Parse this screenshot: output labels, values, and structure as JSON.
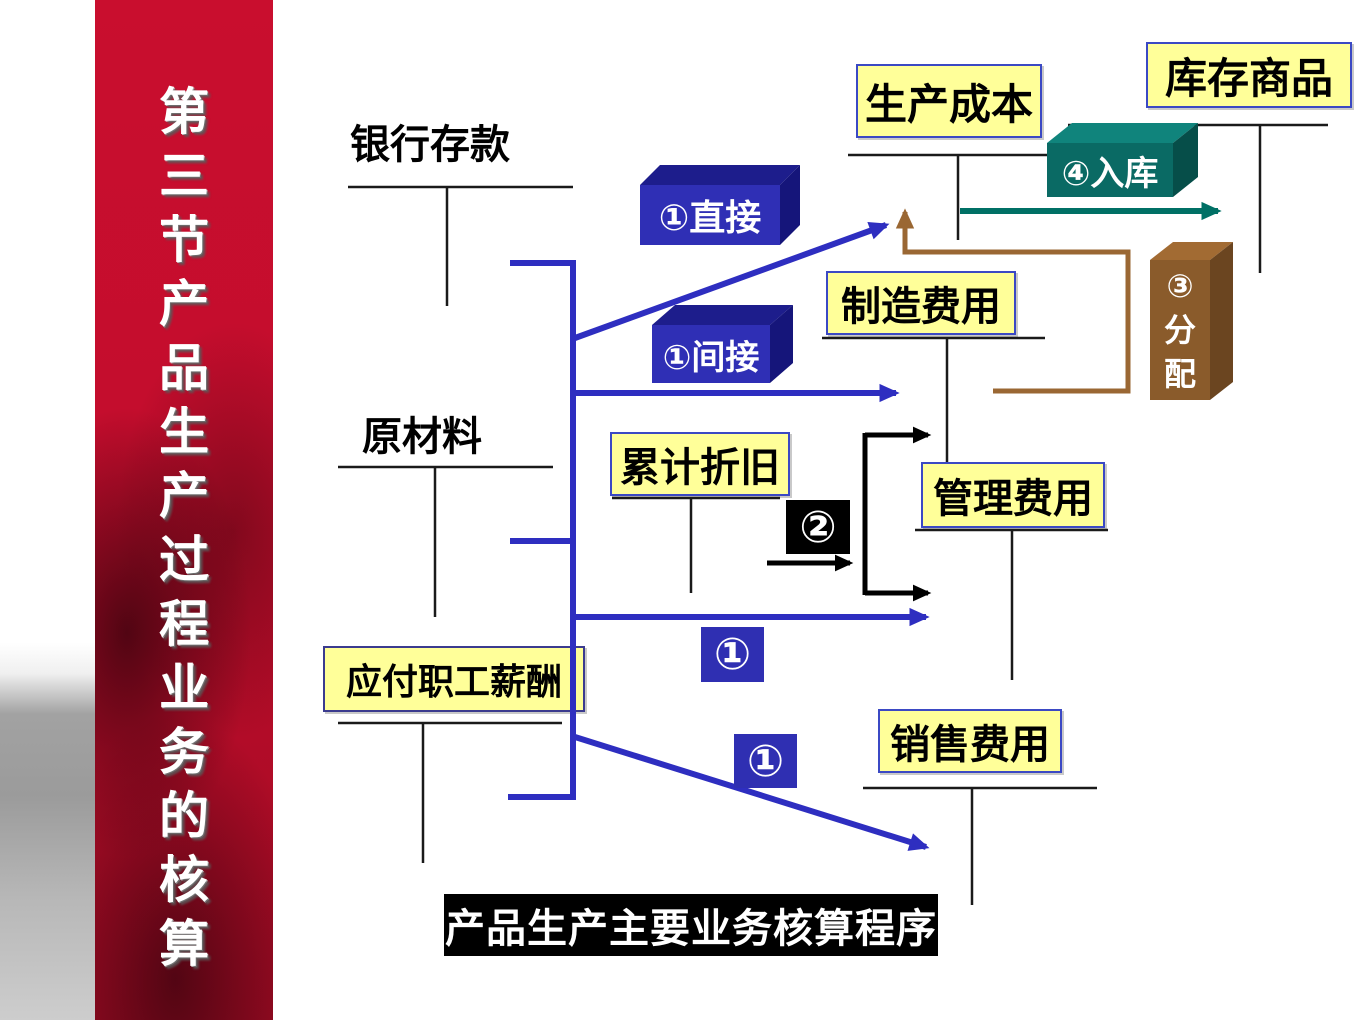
{
  "sidebar": {
    "title": "第三节产品生产过程业务的核算"
  },
  "accounts": {
    "bank": "银行存款",
    "raw_materials": "原材料",
    "payroll": "应付职工薪酬",
    "production_cost": "生产成本",
    "finished_goods": "库存商品",
    "manufacturing_overhead": "制造费用",
    "admin_expense": "管理费用",
    "selling_expense": "销售费用",
    "accumulated_depreciation": "累计折旧"
  },
  "flows": {
    "direct": "①直接",
    "indirect": "①间接",
    "warehouse_in": "④入库",
    "allocation": "③分配",
    "step2": "②",
    "step1_admin": "①",
    "step1_selling": "①"
  },
  "footer": {
    "title": "产品生产主要业务核算程序"
  },
  "colors": {
    "banner_red": "#c40d2d",
    "label_fill": "#ffff99",
    "label_border": "#3b49c4",
    "flow_blue": "#2e2ec0",
    "flow_black": "#000000",
    "flow_brown": "#9a6733",
    "flow_teal": "#007065",
    "box_blue_front": "#2f2fb5",
    "box_teal_front": "#0a6a64",
    "box_brown_front": "#8a5b2b"
  }
}
